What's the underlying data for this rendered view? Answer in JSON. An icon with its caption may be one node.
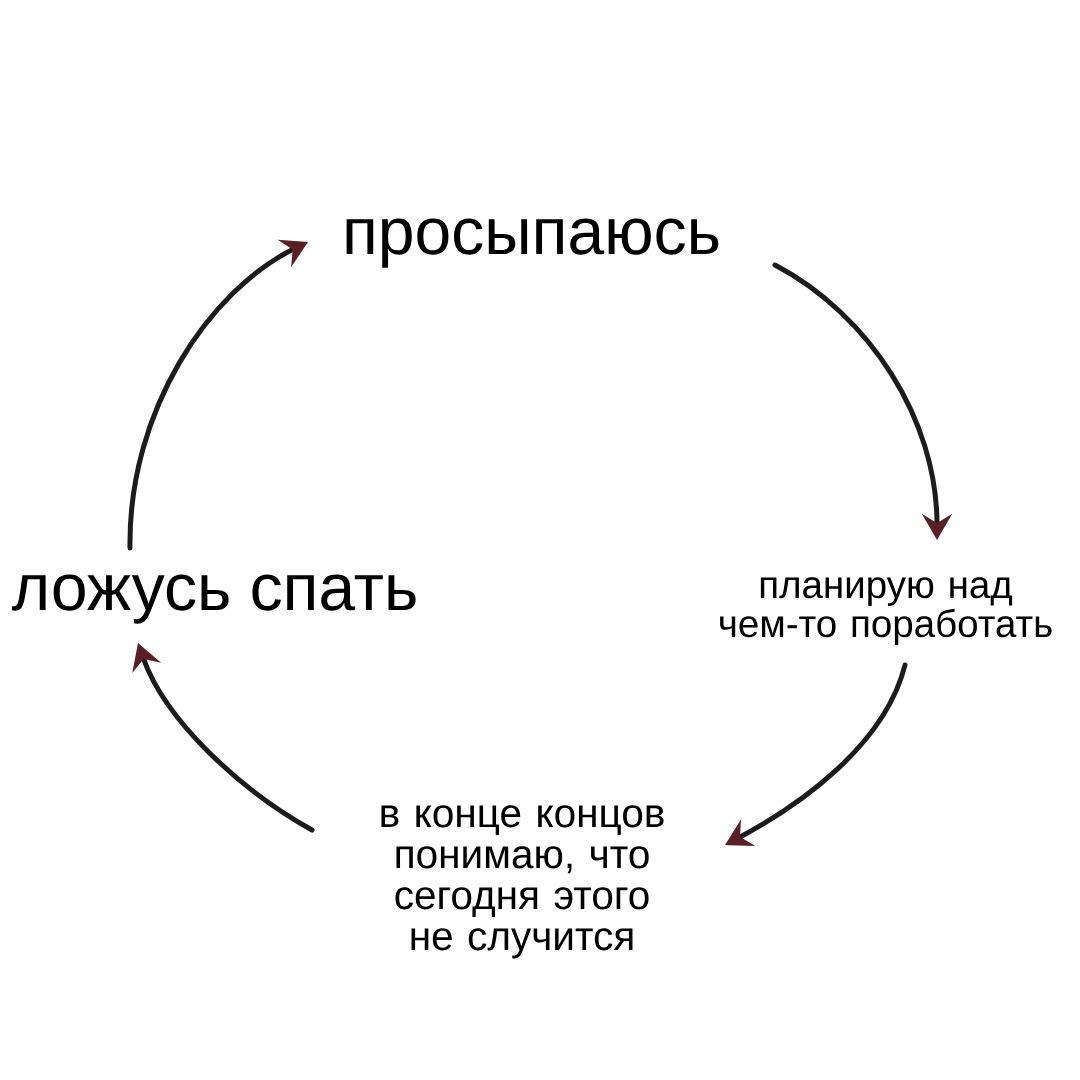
{
  "diagram": {
    "nodes": [
      {
        "text": [
          "просыпаюсь"
        ]
      },
      {
        "text": [
          "планирую над чем-то поработать"
        ]
      },
      {
        "text": [
          "в конце концов понимаю, что сегодня этого не случится"
        ]
      },
      {
        "text": [
          "ложусь спать"
        ]
      }
    ],
    "edges": [
      {
        "from": 0,
        "to": 1,
        "arrow": "to"
      },
      {
        "from": 1,
        "to": 2,
        "arrow": "to"
      },
      {
        "from": 2,
        "to": 3,
        "arrow": "to"
      },
      {
        "from": 3,
        "to": 0,
        "arrow": "to"
      }
    ]
  }
}
